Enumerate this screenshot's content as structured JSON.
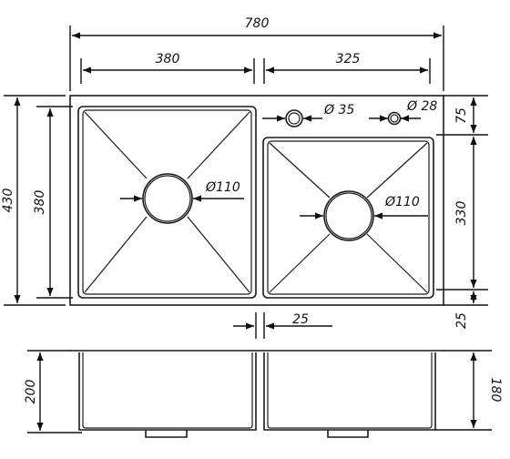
{
  "drawing": {
    "line_color": "#1a1a1a",
    "dimensions": {
      "total_width": "780",
      "left_bowl_width": "380",
      "right_bowl_width": "325",
      "total_depth": "430",
      "left_bowl_depth": "380",
      "top_margin": "75",
      "right_bowl_depth": "330",
      "bottom_margin": "25",
      "bowl_gap": "25",
      "left_bowl_height": "200",
      "right_bowl_height": "180"
    },
    "holes": {
      "large_hole": "Ø 35",
      "small_hole": "Ø 28",
      "left_drain": "Ø110",
      "right_drain": "Ø110"
    }
  }
}
